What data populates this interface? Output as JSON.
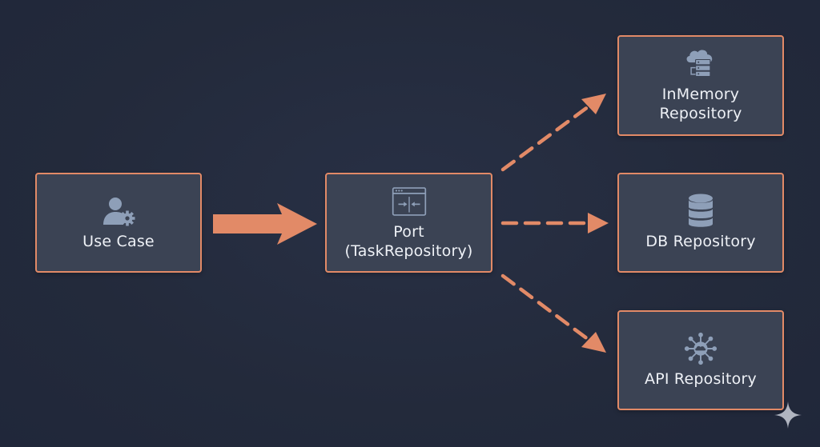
{
  "colors": {
    "background": "#232a3b",
    "node_fill": "#3b4354",
    "accent": "#e28a67",
    "icon": "#8e9fb8",
    "text": "#eef1f6"
  },
  "nodes": {
    "use_case": {
      "label": "Use Case",
      "icon": "user-gear-icon"
    },
    "port": {
      "label": "Port\n(TaskRepository)",
      "icon": "interface-window-icon"
    },
    "inmemory": {
      "label": "InMemory\nRepository",
      "icon": "cloud-server-icon"
    },
    "db": {
      "label": "DB Repository",
      "icon": "database-icon"
    },
    "api": {
      "label": "API Repository",
      "icon": "network-hub-icon"
    }
  },
  "edges": [
    {
      "from": "use_case",
      "to": "port",
      "style": "solid"
    },
    {
      "from": "port",
      "to": "inmemory",
      "style": "dashed"
    },
    {
      "from": "port",
      "to": "db",
      "style": "dashed"
    },
    {
      "from": "port",
      "to": "api",
      "style": "dashed"
    }
  ]
}
